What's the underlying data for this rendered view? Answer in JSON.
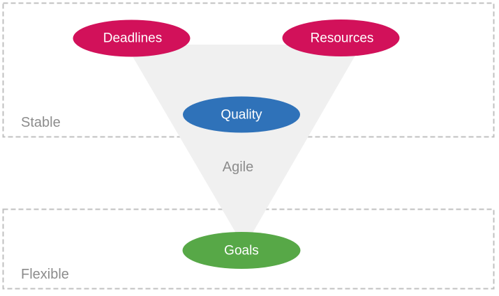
{
  "diagram": {
    "type": "agile-funnel-diagram",
    "funnel_label": "Agile",
    "regions": {
      "stable": {
        "label": "Stable"
      },
      "flexible": {
        "label": "Flexible"
      }
    },
    "nodes": {
      "deadlines": {
        "label": "Deadlines",
        "color": "#D2115A"
      },
      "resources": {
        "label": "Resources",
        "color": "#D2115A"
      },
      "quality": {
        "label": "Quality",
        "color": "#2F72B9"
      },
      "goals": {
        "label": "Goals",
        "color": "#57A847"
      }
    }
  },
  "colors": {
    "background": "#FFFFFF",
    "funnel_gray": "#F0F0F0",
    "dashed_border": "#C0C0C0",
    "region_label": "#8C8C8C",
    "funnel_label": "#8C8C8C",
    "node_label": "#FFFFFF"
  }
}
